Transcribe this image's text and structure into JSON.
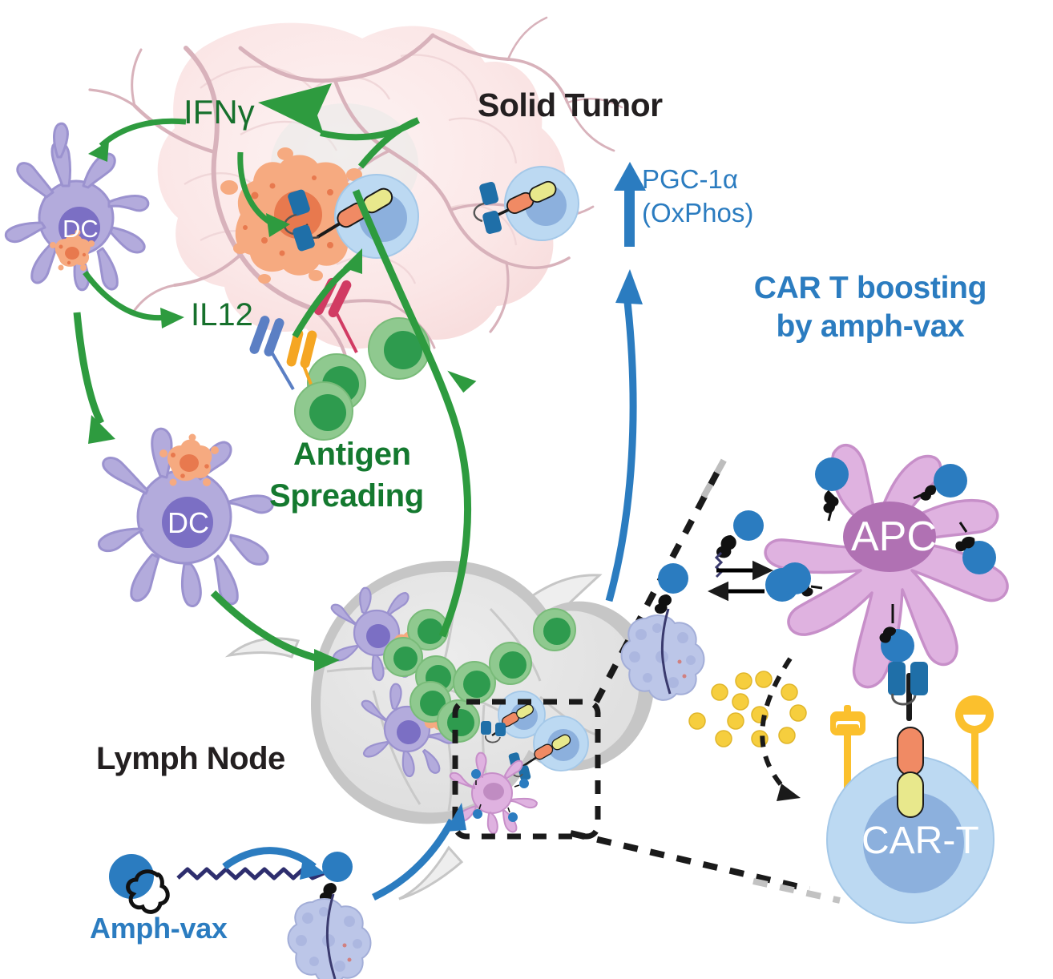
{
  "figure": {
    "title": "CAR T boosting by amph-vax mechanism diagram",
    "background": "#ffffff"
  },
  "labels": {
    "solid_tumor": "Solid Tumor",
    "car_t_boosting_line1": "CAR T boosting",
    "car_t_boosting_line2": "by amph-vax",
    "antigen_line1": "Antigen",
    "antigen_line2": "Spreading",
    "lymph_node": "Lymph Node",
    "amph_vax": "Amph-vax",
    "ifn_gamma": "IFNγ",
    "il12": "IL12",
    "pgc_line1": "PGC-1α",
    "pgc_line2": "(OxPhos)"
  },
  "cell_labels": {
    "dc_tumor": "DC",
    "dc_migrating": "DC",
    "apc": "APC",
    "car_t": "CAR-T"
  },
  "colors": {
    "green_text": "#16702c",
    "green_arrow": "#2e9b3f",
    "blue_text": "#2b7cc0",
    "blue_arrow": "#2b7cc0",
    "black_text": "#231f20",
    "tumor_fill": "#fbe9e9",
    "tumor_vessel": "#d9b4bd",
    "dc_body": "#b3abdc",
    "dc_nucleus": "#7b6fc4",
    "apc_body": "#d9b2dd",
    "apc_nucleus": "#ad6fb0",
    "t_cell_green": "#8fc98f",
    "t_cell_green_nucleus": "#2e9b4e",
    "t_cell_blue": "#b4d4ef",
    "t_cell_blue_nucleus": "#7fa8d8",
    "lymph_node_fill": "#e4e4e4",
    "lymph_node_border": "#b8b8b8",
    "mhc_yellow": "#fbc02d",
    "cytokine_yellow": "#f6ce3e",
    "car_orange": "#f08a64",
    "car_yellow": "#e8e88c",
    "scfv_blue": "#1f6fa8",
    "nucleolus_orange": "#f4a582",
    "protein_blue": "#b9c4e6",
    "dashed_black": "#1a1a1a"
  },
  "annotations": {
    "tumor_arrows": [
      {
        "name": "ifng-to-dc",
        "from": "tumor",
        "to": "DC",
        "color": "#2e9b3f"
      },
      {
        "name": "ifng-from-cart",
        "from": "CAR-T",
        "to": "IFNγ",
        "color": "#2e9b3f"
      },
      {
        "name": "il12-to-cart",
        "from": "DC/IL12",
        "to": "CAR-T",
        "color": "#2e9b3f"
      },
      {
        "name": "tcell-to-cart",
        "from": "T cells",
        "to": "CAR-T",
        "color": "#2e9b3f"
      },
      {
        "name": "dc-to-lymph",
        "from": "DC",
        "to": "Lymph Node",
        "color": "#2e9b3f"
      },
      {
        "name": "lymph-to-tumor",
        "from": "Lymph Node",
        "to": "Tumor",
        "color": "#2e9b3f"
      },
      {
        "name": "lymph-to-pgc",
        "from": "Lymph Node",
        "to": "PGC-1α",
        "color": "#2b7cc0"
      },
      {
        "name": "amphvax-to-albumin",
        "from": "Amph-vax",
        "to": "albumin",
        "color": "#2b7cc0"
      },
      {
        "name": "albumin-to-lymph",
        "from": "albumin",
        "to": "Lymph Node",
        "color": "#2b7cc0"
      },
      {
        "name": "pgc-up-arrow",
        "direction": "up",
        "color": "#2b7cc0"
      },
      {
        "name": "equilibrium-arrows",
        "direction": "bidirectional",
        "color": "#000000"
      },
      {
        "name": "cytokine-dashed-arrow",
        "style": "dashed",
        "color": "#1a1a1a"
      }
    ],
    "tcr_colors": [
      "#f5a623",
      "#5b7fc4",
      "#d13b63"
    ]
  }
}
